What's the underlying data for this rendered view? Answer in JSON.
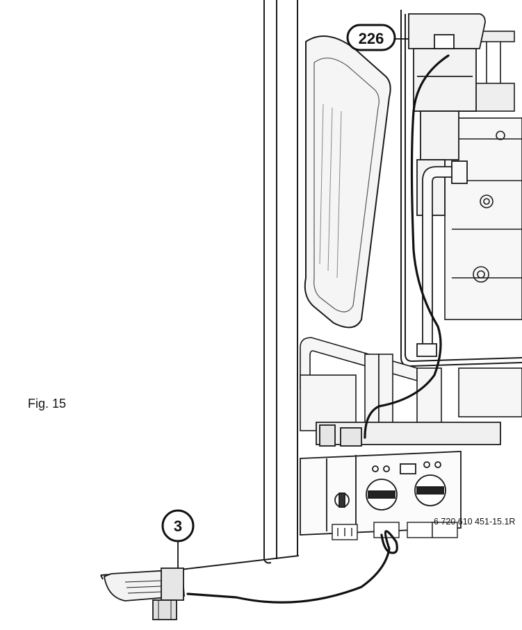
{
  "figure": {
    "caption": "Fig. 15",
    "reference_code": "6 720 610 451-15.1R",
    "callouts": [
      {
        "label": "226"
      },
      {
        "label": "3"
      }
    ]
  }
}
